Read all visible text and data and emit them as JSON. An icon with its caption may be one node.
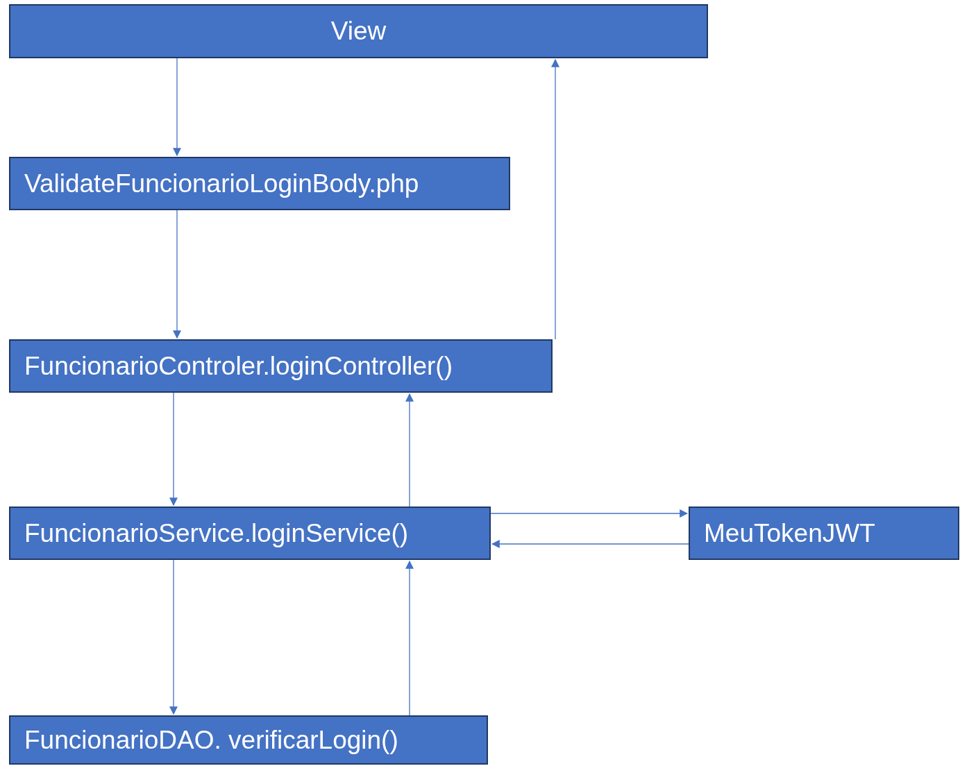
{
  "diagram": {
    "nodes": [
      {
        "text": [
          "View"
        ]
      },
      {
        "text": [
          "ValidateFuncionarioLoginBody.php"
        ]
      },
      {
        "text": [
          "FuncionarioControler.loginController()"
        ]
      },
      {
        "text": [
          "FuncionarioService.loginService()"
        ]
      },
      {
        "text": [
          "MeuTokenJWT"
        ]
      },
      {
        "text": [
          "FuncionarioDAO. verificarLogin()"
        ]
      }
    ],
    "edges": [
      {
        "from": 0,
        "to": 1,
        "arrow": "to"
      },
      {
        "from": 1,
        "to": 2,
        "arrow": "to"
      },
      {
        "from": 2,
        "to": 0,
        "arrow": "to"
      },
      {
        "from": 2,
        "to": 3,
        "arrow": "to"
      },
      {
        "from": 3,
        "to": 2,
        "arrow": "to"
      },
      {
        "from": 3,
        "to": 4,
        "arrow": "to"
      },
      {
        "from": 4,
        "to": 3,
        "arrow": "to"
      },
      {
        "from": 3,
        "to": 5,
        "arrow": "to"
      },
      {
        "from": 5,
        "to": 3,
        "arrow": "to"
      }
    ]
  }
}
